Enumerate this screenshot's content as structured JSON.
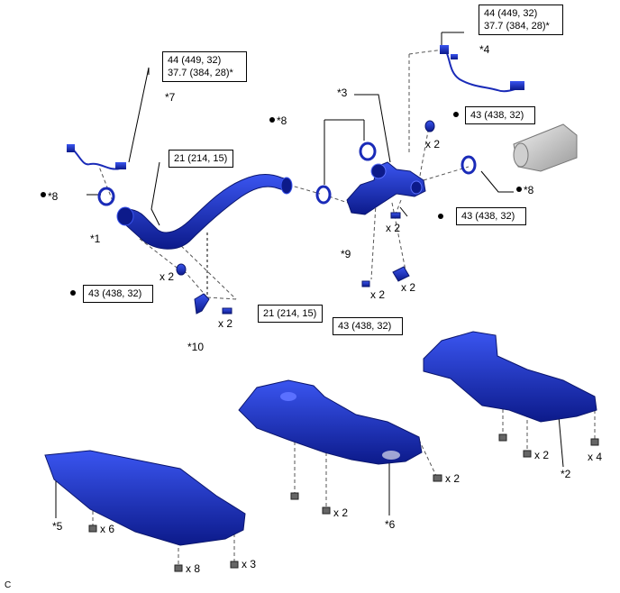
{
  "callouts": {
    "c1": "*1",
    "c2": "*2",
    "c3": "*3",
    "c4": "*4",
    "c5": "*5",
    "c6": "*6",
    "c7": "*7",
    "c8a": "*8",
    "c8b": "*8",
    "c8c": "*8",
    "c9": "*9",
    "c10": "*10"
  },
  "torques": {
    "t_top_right_l1": "44 (449, 32)",
    "t_top_right_l2": "37.7 (384, 28)*",
    "t_top_left_l1": "44 (449, 32)",
    "t_top_left_l2": "37.7 (384, 28)*",
    "t_21_upper": "21 (214, 15)",
    "t_21_lower": "21 (214, 15)",
    "t_43_right_top": "43 (438, 32)",
    "t_43_right_mid": "43 (438, 32)",
    "t_43_left": "43 (438, 32)",
    "t_43_bottom": "43 (438, 32)"
  },
  "quantities": {
    "q1": "x 2",
    "q2": "x 2",
    "q3": "x 2",
    "q4": "x 2",
    "q5": "x 2",
    "q6": "x 2",
    "q7": "x 2",
    "q8": "x 2",
    "q9": "x 2",
    "q10": "x 4",
    "q11": "x 6",
    "q12": "x 8",
    "q13": "x 3"
  },
  "corner_letter": "C",
  "colors": {
    "part_blue": "#1f33c8",
    "part_dark": "#0c1a8a",
    "outline": "#000000"
  }
}
